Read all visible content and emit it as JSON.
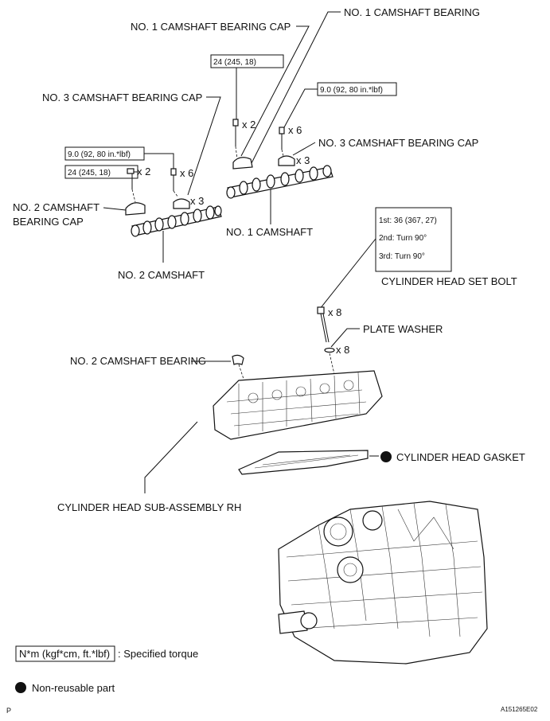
{
  "labels": {
    "no1_camshaft_bearing": "NO. 1 CAMSHAFT BEARING",
    "no1_camshaft_bearing_cap": "NO. 1 CAMSHAFT BEARING CAP",
    "no3_camshaft_bearing_cap_left": "NO. 3 CAMSHAFT BEARING CAP",
    "no3_camshaft_bearing_cap_right": "NO. 3 CAMSHAFT BEARING CAP",
    "no2_camshaft_bearing_cap_line1": "NO. 2 CAMSHAFT",
    "no2_camshaft_bearing_cap_line2": "BEARING CAP",
    "no1_camshaft": "NO. 1 CAMSHAFT",
    "no2_camshaft": "NO. 2 CAMSHAFT",
    "cylinder_head_set_bolt": "CYLINDER HEAD SET BOLT",
    "plate_washer": "PLATE WASHER",
    "no2_camshaft_bearing": "NO. 2 CAMSHAFT BEARING",
    "cylinder_head_gasket": "CYLINDER HEAD GASKET",
    "cylinder_head_sub_assembly": "CYLINDER HEAD SUB-ASSEMBLY RH"
  },
  "torque": {
    "no1_cap_bolt": "24 (245, 18)",
    "no3_cap_bolt_right": "9.0 (92, 80 in.*lbf)",
    "no3_cap_bolt_left": "9.0 (92, 80 in.*lbf)",
    "no2_cap_bolt": "24 (245, 18)",
    "set_bolt_step1": "1st: 36 (367, 27)",
    "set_bolt_step2": "2nd: Turn 90°",
    "set_bolt_step3": "3rd: Turn 90°"
  },
  "quantities": {
    "no1_cap_bolts": "x 2",
    "no3_cap_bolts_right": "x 6",
    "no3_caps_right": "x 3",
    "no2_cap_bolts": "x 2",
    "no3_cap_bolts_left": "x 6",
    "no3_caps_left": "x 3",
    "set_bolts": "x 8",
    "plate_washers": "x 8"
  },
  "legend": {
    "torque_unit": "N*m (kgf*cm, ft.*lbf)",
    "torque_desc": ": Specified torque",
    "nonreusable_desc": "Non-reusable part"
  },
  "footer": {
    "left_mark": "P",
    "figure_code": "A151265E02"
  }
}
